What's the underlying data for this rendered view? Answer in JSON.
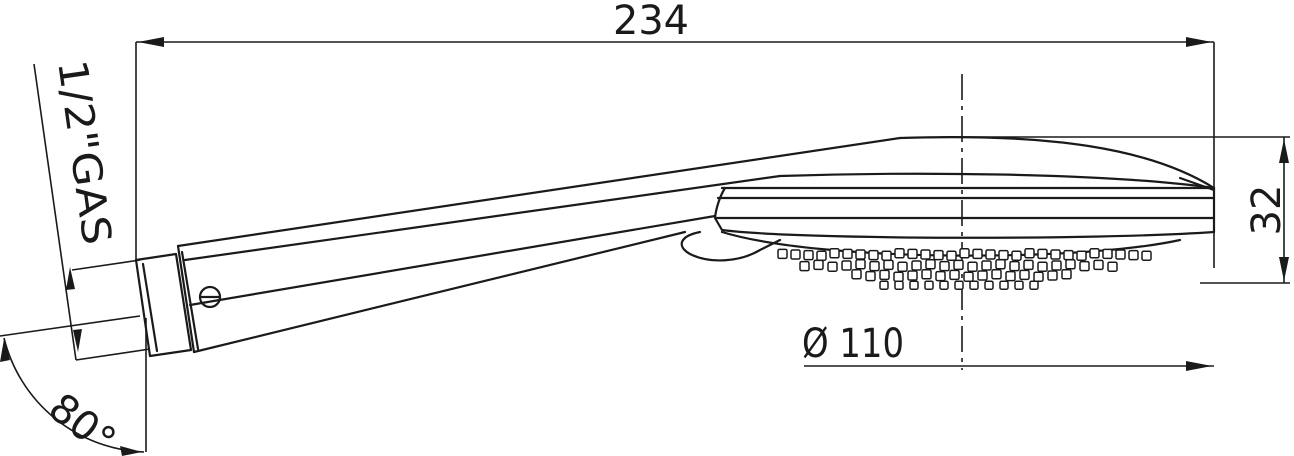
{
  "dimensions": {
    "total_length": "234",
    "head_height": "32",
    "head_diameter": "Ø 110",
    "thread": "1/2\"GAS",
    "angle": "80°"
  }
}
